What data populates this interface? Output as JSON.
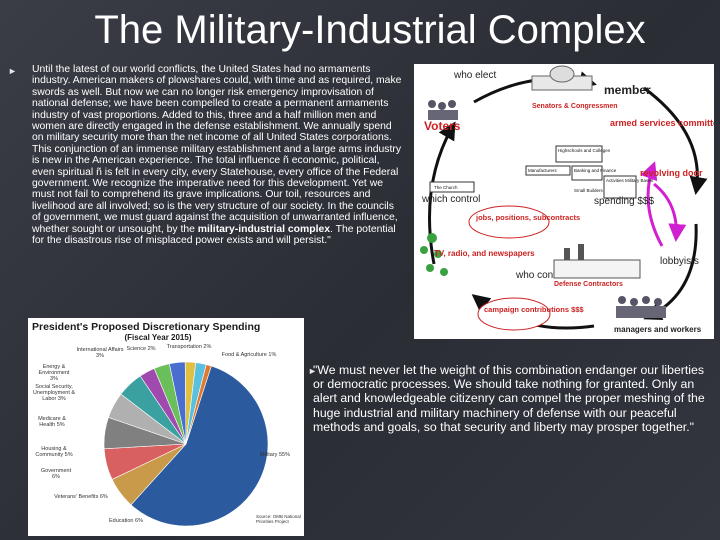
{
  "slide": {
    "title": "The Military-Industrial Complex",
    "quote1_part1": "Until the latest of our world conflicts, the United States had no armaments industry. American makers of plowshares could, with time and as required, make swords as well. But now we can no longer risk emergency improvisation of national defense; we have been compelled to create a permanent armaments industry of vast proportions. Added to this, three and a half million men and women are directly engaged in the defense establishment. We annually spend on military security more than the net income of all United States corporations. This conjunction of an immense military establishment and a large arms industry is new in the American experience. The total influence ñ economic, political, even spiritual ñ is felt in every city, every Statehouse, every office of the Federal government. We recognize the imperative need for this development. Yet we must not fail to comprehend its grave implications. Our toil, resources and livelihood are all involved; so is the very structure of our society. In the councils of government, we must guard against the acquisition of unwarranted influence, whether sought or unsought, by the ",
    "quote1_bold": "military-industrial complex",
    "quote1_part2": ". The potential for the disastrous rise of misplaced power exists and will persist.\"",
    "quote2": "\"We must never let the weight of this combination endanger our liberties or democratic processes. We should take nothing for granted. Only an alert and knowledgeable citizenry can compel the proper meshing of the huge industrial and military machinery of defense with our peaceful methods and goals, so that security and liberty may prosper together.\""
  },
  "diagram": {
    "who_elect": "who elect",
    "member": "member",
    "senators": "Senators & Congressmen",
    "voters": "Voters",
    "armed_services": "armed services committees",
    "highschools": "Highschools and Colleges",
    "manufacturers": "Manufacturers",
    "banking": "Banking and Finance",
    "activities": "Activities Military Bases",
    "small_builders": "Small Builders",
    "the_church": "The Church",
    "which_control": "which control",
    "spending": "spending $$$",
    "revolving_door": "revolving door",
    "jobs": "jobs, positions, subcontracts",
    "lobbyists": "lobbyists",
    "tv": "TV, radio, and newspapers",
    "who_control": "who control",
    "defense": "Defense Contractors",
    "campaign": "campaign contributions $$$",
    "managers": "managers and workers"
  },
  "chart_data": {
    "type": "pie",
    "title": "President's Proposed Discretionary Spending",
    "subtitle": "(Fiscal Year 2015)",
    "slices": [
      {
        "label": "Military",
        "value": 55,
        "color": "#2b5a9e"
      },
      {
        "label": "Education",
        "value": 6,
        "color": "#c89a4a"
      },
      {
        "label": "Veterans' Benefits",
        "value": 6,
        "color": "#d96060"
      },
      {
        "label": "Government",
        "value": 6,
        "color": "#808080"
      },
      {
        "label": "Housing & Community",
        "value": 5,
        "color": "#b0b0b0"
      },
      {
        "label": "Medicare & Health",
        "value": 5,
        "color": "#3aa0a0"
      },
      {
        "label": "Social Security, Unemployment & Labor",
        "value": 3,
        "color": "#a04ab0"
      },
      {
        "label": "Energy & Environment",
        "value": 3,
        "color": "#6abf5a"
      },
      {
        "label": "International Affairs",
        "value": 3,
        "color": "#4a6ed0"
      },
      {
        "label": "Science",
        "value": 2,
        "color": "#e0c040"
      },
      {
        "label": "Transportation",
        "value": 2,
        "color": "#5ac0e0"
      },
      {
        "label": "Food & Agriculture",
        "value": 1,
        "color": "#e07a30"
      }
    ],
    "labels": {
      "international": "International Affairs 3%",
      "energy": "Energy & Environment 3%",
      "social": "Social Security, Unemployment & Labor 3%",
      "medicare": "Medicare & Health 5%",
      "housing": "Housing & Community 5%",
      "government": "Government 6%",
      "veterans": "Veterans' Benefits 6%",
      "education": "Education 6%",
      "science": "Science 2%",
      "transport": "Transportation 2%",
      "food": "Food & Agriculture 1%",
      "military": "Military 55%"
    },
    "source": "Source: OMB National Priorities Project"
  }
}
